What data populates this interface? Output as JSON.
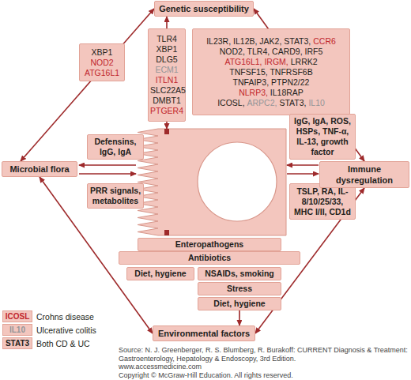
{
  "diagram": {
    "nodes": [
      {
        "text": [
          "Genetic susceptibility"
        ]
      },
      {
        "text": [
          "XBP1",
          "NOD2",
          "ATG16L1"
        ]
      },
      {
        "text": [
          "TLR4",
          "XBP1",
          "DLG5",
          "ECM1",
          "ITLN1",
          "SLC22A5",
          "DMBT1",
          "PTGER4"
        ]
      },
      {
        "text": [
          "IL23R, IL12B, JAK2, STAT3,",
          "CCR6",
          "NOD2, TLR4, CARD9, IRF5",
          "ATG16L1, IRGM,",
          "LRRK2",
          "TNFSF15, TNFRSF6B",
          "TNFAIP3, PTPN2/22",
          "NLRP3,",
          "IL18RAP",
          "ICOSL,",
          "ARPC2,",
          "STAT3,",
          "IL10"
        ]
      },
      {
        "text": [
          "Microbial flora"
        ]
      },
      {
        "text": [
          "Defensins, IgG, IgA"
        ]
      },
      {
        "text": [
          "PRR signals, metabolites"
        ]
      },
      {
        "text": [
          "IgG, IgA, ROS, HSPs, TNF-α, IL-13, growth factor"
        ]
      },
      {
        "text": [
          "TSLP, RA, IL-8/10/25/33, MHC I/II, CD1d"
        ]
      },
      {
        "text": [
          "Immune dysregulation"
        ]
      },
      {
        "text": [
          "Enteropathogens"
        ]
      },
      {
        "text": [
          "Antibiotics"
        ]
      },
      {
        "text": [
          "Diet, hygiene"
        ]
      },
      {
        "text": [
          "NSAIDs, smoking"
        ]
      },
      {
        "text": [
          "Stress"
        ]
      },
      {
        "text": [
          "Diet, hygiene"
        ]
      },
      {
        "text": [
          "Environmental factors"
        ]
      }
    ],
    "edges": [
      {
        "from": 0,
        "to": 4,
        "arrow": "both"
      },
      {
        "from": 0,
        "to": 9,
        "arrow": "both"
      },
      {
        "from": 2,
        "to": 0,
        "arrow": "to"
      },
      {
        "from": 4,
        "to": 16,
        "arrow": "both"
      },
      {
        "from": 9,
        "to": 16,
        "arrow": "both"
      },
      {
        "from": 15,
        "to": 16,
        "arrow": "to"
      }
    ],
    "labels": [
      "ICOSL",
      "IL10",
      "STAT3",
      "Source: N. J. Greenberger, R. S. Blumberg, R. Burakoff: CURRENT Diagnosis & Treatment: Gastroenterology, Hepatology & Endoscopy, 3rd Edition.",
      "www.accessmedicine.com",
      "Copyright © McGraw-Hill Education. All rights reserved."
    ],
    "legend": [
      {
        "text": "Crohns disease",
        "color": "#c1272d"
      },
      {
        "text": "Ulcerative colitis",
        "color": "#939598"
      },
      {
        "text": "Both CD & UC",
        "color": "#231f20"
      }
    ]
  }
}
